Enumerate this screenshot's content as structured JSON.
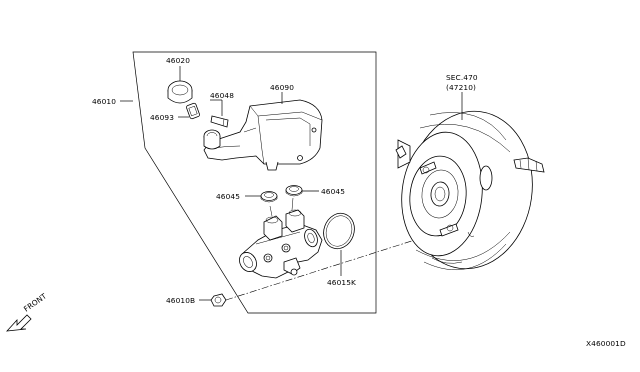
{
  "labels": {
    "p46020": "46020",
    "p46010": "46010",
    "p46048": "46048",
    "p46090": "46090",
    "p46093": "46093",
    "p46045_left": "46045",
    "p46045_right": "46045",
    "p46015k": "46015K",
    "p46010b": "46010B",
    "sec_ref": "SEC.470",
    "sec_sub": "(47210)",
    "front": "FRONT",
    "diagram_code": "X460001D"
  }
}
